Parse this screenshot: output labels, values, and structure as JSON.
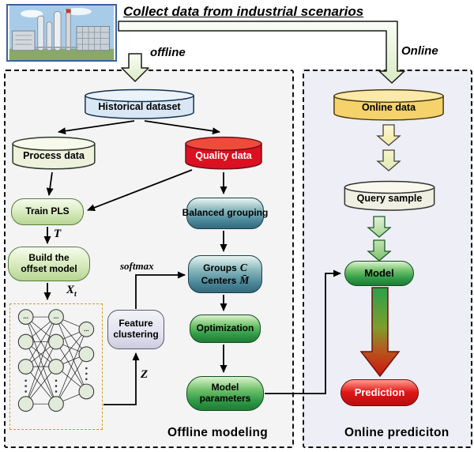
{
  "header": {
    "title": "Collect data from industrial scenarios",
    "offline_label": "offline",
    "online_label": "Online"
  },
  "offline": {
    "caption": "Offline modeling",
    "historical_dataset": "Historical dataset",
    "process_data": "Process data",
    "quality_data": "Quality data",
    "train_pls": "Train PLS",
    "offset_model": "Build the offset model",
    "feature_clustering": "Feature clustering",
    "balanced_grouping": "Balanced grouping",
    "groups": {
      "label1": "Groups",
      "sym1": "C",
      "label2": "Centers",
      "sym2": "M̄"
    },
    "optimization": "Optimization",
    "model_parameters": "Model parameters",
    "labels": {
      "t": "T",
      "x_base": "X",
      "x_sub": "t",
      "z": "Z",
      "softmax": "softmax"
    }
  },
  "online": {
    "caption": "Online prediciton",
    "online_data": "Online data",
    "query_sample": "Query sample",
    "model": "Model",
    "prediction": "Prediction"
  },
  "colors": {
    "quality_red": "#dc1020",
    "prediction_red": "#e01616",
    "green_pill": "#2f9a47",
    "light_green_pill": "#dcedc2",
    "teal_pill": "#4a8699",
    "lavender_pill": "#e2e2f0",
    "historical_blue": "#d9e7f4",
    "process_cream": "#eef2dd",
    "online_gold": "#f5d26b",
    "query_cream": "#efefe2",
    "panel_left_bg": "#f4f4f4",
    "panel_right_bg": "#eeeef6"
  }
}
